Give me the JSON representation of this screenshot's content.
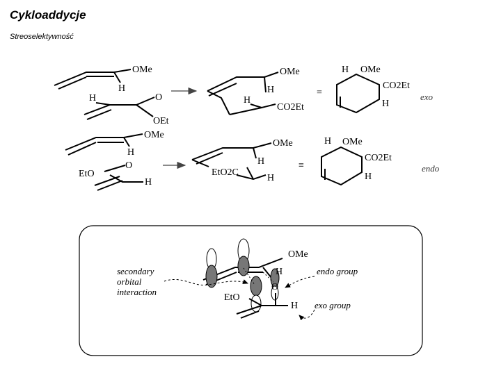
{
  "page": {
    "title": "Cykloaddycje",
    "subtitle": "Streoselektywność"
  },
  "scheme": {
    "exo_row": {
      "diene_substituent": "OMe",
      "diene_h": "H",
      "dienophile_h": "H",
      "carbonyl_o": "O",
      "ester_oet": "OEt",
      "ts_ome": "OMe",
      "ts_h1": "H",
      "ts_h2": "H",
      "ts_ester": "CO2Et",
      "equiv": "=",
      "prod_h1": "H",
      "prod_ome": "OMe",
      "prod_ester": "CO2Et",
      "prod_h2": "H",
      "label": "exo"
    },
    "endo_row": {
      "diene_substituent": "OMe",
      "diene_h": "H",
      "ester_eto": "EtO",
      "carbonyl_o": "O",
      "dienophile_h": "H",
      "ts_ome": "OMe",
      "ts_h1": "H",
      "ts_ester": "EtO2C",
      "ts_h2": "H",
      "equiv": "≡",
      "prod_h1": "H",
      "prod_ome": "OMe",
      "prod_ester": "CO2Et",
      "prod_h2": "H",
      "label": "endo"
    }
  },
  "orbital_panel": {
    "ome": "OMe",
    "h_top": "H",
    "o_label": "O",
    "eto": "EtO",
    "h_bottom": "H",
    "secondary_line1": "secondary",
    "secondary_line2": "orbital",
    "secondary_line3": "interaction",
    "endo_group": "endo group",
    "exo_group": "exo group"
  }
}
